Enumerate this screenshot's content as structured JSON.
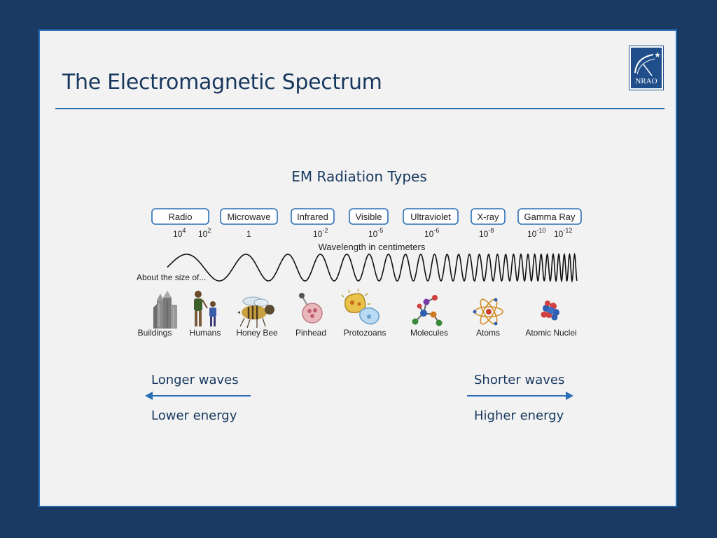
{
  "slide": {
    "title": "The Electromagnetic Spectrum",
    "logo_text": "NRAO",
    "subtitle": "EM Radiation Types"
  },
  "spectrum": {
    "types": [
      {
        "label": "Radio"
      },
      {
        "label": "Microwave"
      },
      {
        "label": "Infrared"
      },
      {
        "label": "Visible"
      },
      {
        "label": "Ultraviolet"
      },
      {
        "label": "X-ray"
      },
      {
        "label": "Gamma Ray"
      }
    ],
    "wavelengths": [
      {
        "base": "10",
        "exp": "4"
      },
      {
        "base": "10",
        "exp": "2"
      },
      {
        "base": "1",
        "exp": ""
      },
      {
        "base": "10",
        "exp": "-2"
      },
      {
        "base": "10",
        "exp": "-5"
      },
      {
        "base": "10",
        "exp": "-6"
      },
      {
        "base": "10",
        "exp": "-8"
      },
      {
        "base": "10",
        "exp": "-10"
      },
      {
        "base": "10",
        "exp": "-12"
      }
    ],
    "wavelength_caption": "Wavelength in centimeters",
    "size_caption": "About the size of...",
    "objects": [
      {
        "label": "Buildings",
        "icon": "buildings-icon"
      },
      {
        "label": "Humans",
        "icon": "humans-icon"
      },
      {
        "label": "Honey Bee",
        "icon": "honey-bee-icon"
      },
      {
        "label": "Pinhead",
        "icon": "pinhead-icon"
      },
      {
        "label": "Protozoans",
        "icon": "protozoans-icon"
      },
      {
        "label": "Molecules",
        "icon": "molecule-icon"
      },
      {
        "label": "Atoms",
        "icon": "atom-icon"
      },
      {
        "label": "Atomic Nuclei",
        "icon": "atomic-nucleus-icon"
      }
    ]
  },
  "arrows": {
    "left_top": "Longer waves",
    "left_bottom": "Lower energy",
    "right_top": "Shorter waves",
    "right_bottom": "Higher energy"
  },
  "colors": {
    "frame": "#1b3a63",
    "accent": "#2a6fb5",
    "title_text": "#17375e"
  }
}
